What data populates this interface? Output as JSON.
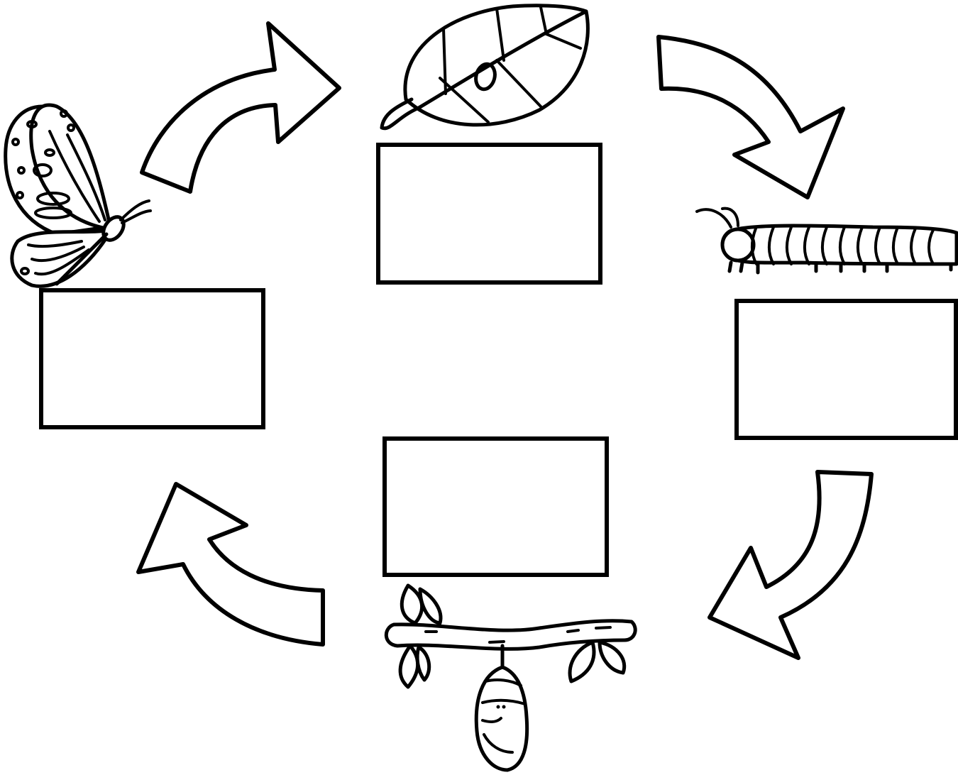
{
  "diagram": {
    "type": "cycle",
    "stages": [
      {
        "id": "egg",
        "picture": "egg-on-leaf-icon",
        "label_text": ""
      },
      {
        "id": "caterpillar",
        "picture": "caterpillar-icon",
        "label_text": ""
      },
      {
        "id": "chrysalis",
        "picture": "chrysalis-on-branch-icon",
        "label_text": ""
      },
      {
        "id": "butterfly",
        "picture": "butterfly-icon",
        "label_text": ""
      }
    ],
    "arrows": [
      {
        "from": "butterfly",
        "to": "egg"
      },
      {
        "from": "egg",
        "to": "caterpillar"
      },
      {
        "from": "caterpillar",
        "to": "chrysalis"
      },
      {
        "from": "chrysalis",
        "to": "butterfly"
      }
    ],
    "colors": {
      "line": "#000000",
      "background": "#ffffff"
    }
  }
}
